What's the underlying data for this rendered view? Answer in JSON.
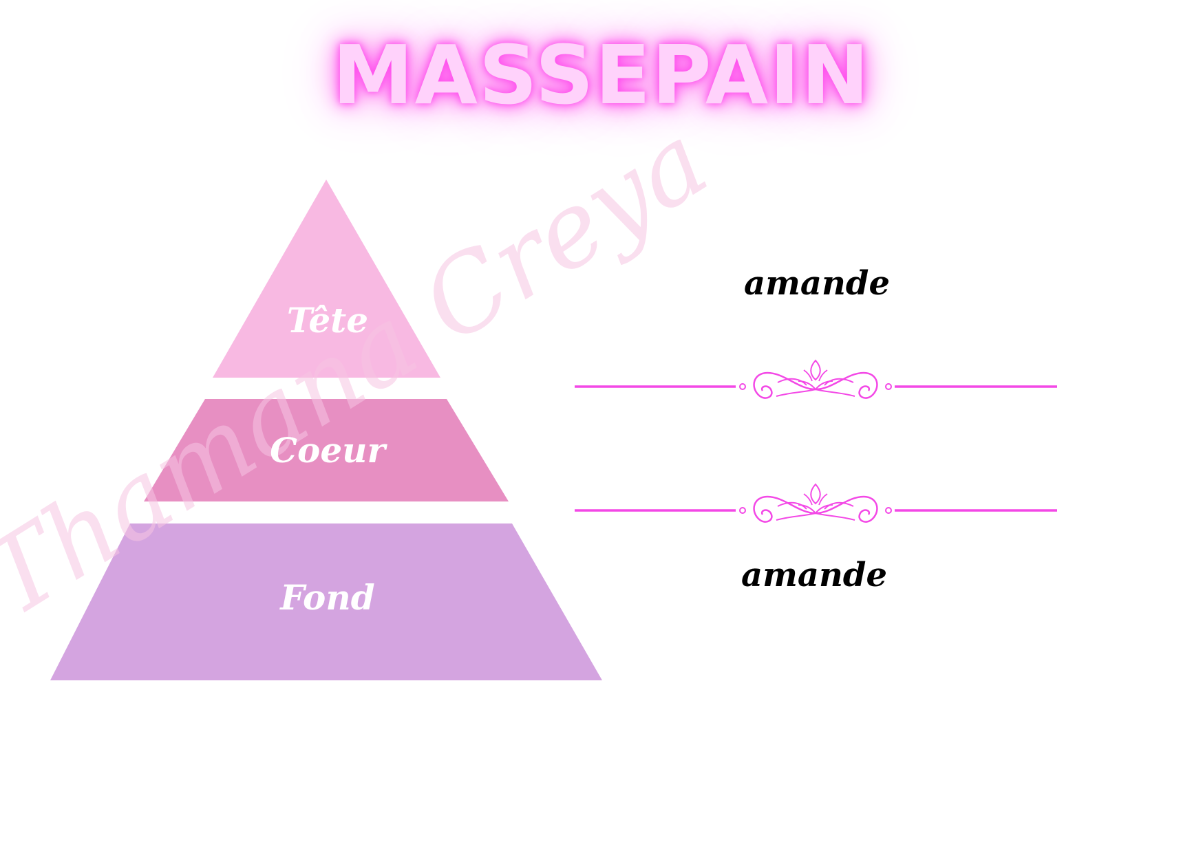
{
  "title": "MASSEPAIN",
  "pyramid": {
    "tiers": [
      {
        "label": "Tête",
        "color": "#f8b9e2"
      },
      {
        "label": "Coeur",
        "color": "#e78fc2"
      },
      {
        "label": "Fond",
        "color": "#d4a4e0"
      }
    ]
  },
  "notes": {
    "top": "amande",
    "bottom": "amande"
  },
  "watermark": "Thamana Creya",
  "colors": {
    "accent": "#ff4ded",
    "title_fill": "#ffd2fb",
    "divider": "#f348e6"
  }
}
